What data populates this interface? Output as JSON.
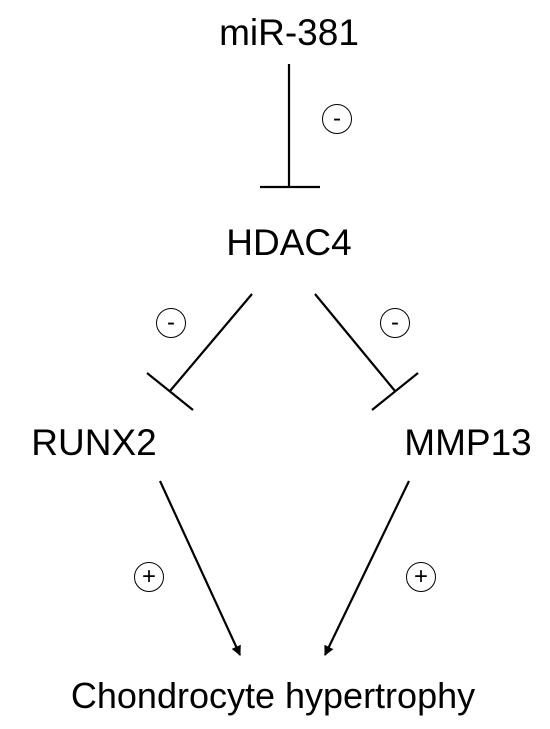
{
  "nodes": {
    "mir": "miR-381",
    "hdac4": "HDAC4",
    "runx2": "RUNX2",
    "mmp13": "MMP13",
    "outcome": "Chondrocyte hypertrophy"
  },
  "edges": [
    {
      "from": "miR-381",
      "to": "HDAC4",
      "type": "inhibition",
      "sign": "-"
    },
    {
      "from": "HDAC4",
      "to": "RUNX2",
      "type": "inhibition",
      "sign": "-"
    },
    {
      "from": "HDAC4",
      "to": "MMP13",
      "type": "inhibition",
      "sign": "-"
    },
    {
      "from": "RUNX2",
      "to": "Chondrocyte hypertrophy",
      "type": "activation",
      "sign": "+"
    },
    {
      "from": "MMP13",
      "to": "Chondrocyte hypertrophy",
      "type": "activation",
      "sign": "+"
    }
  ],
  "colors": {
    "line": "#000000",
    "background": "#ffffff"
  }
}
